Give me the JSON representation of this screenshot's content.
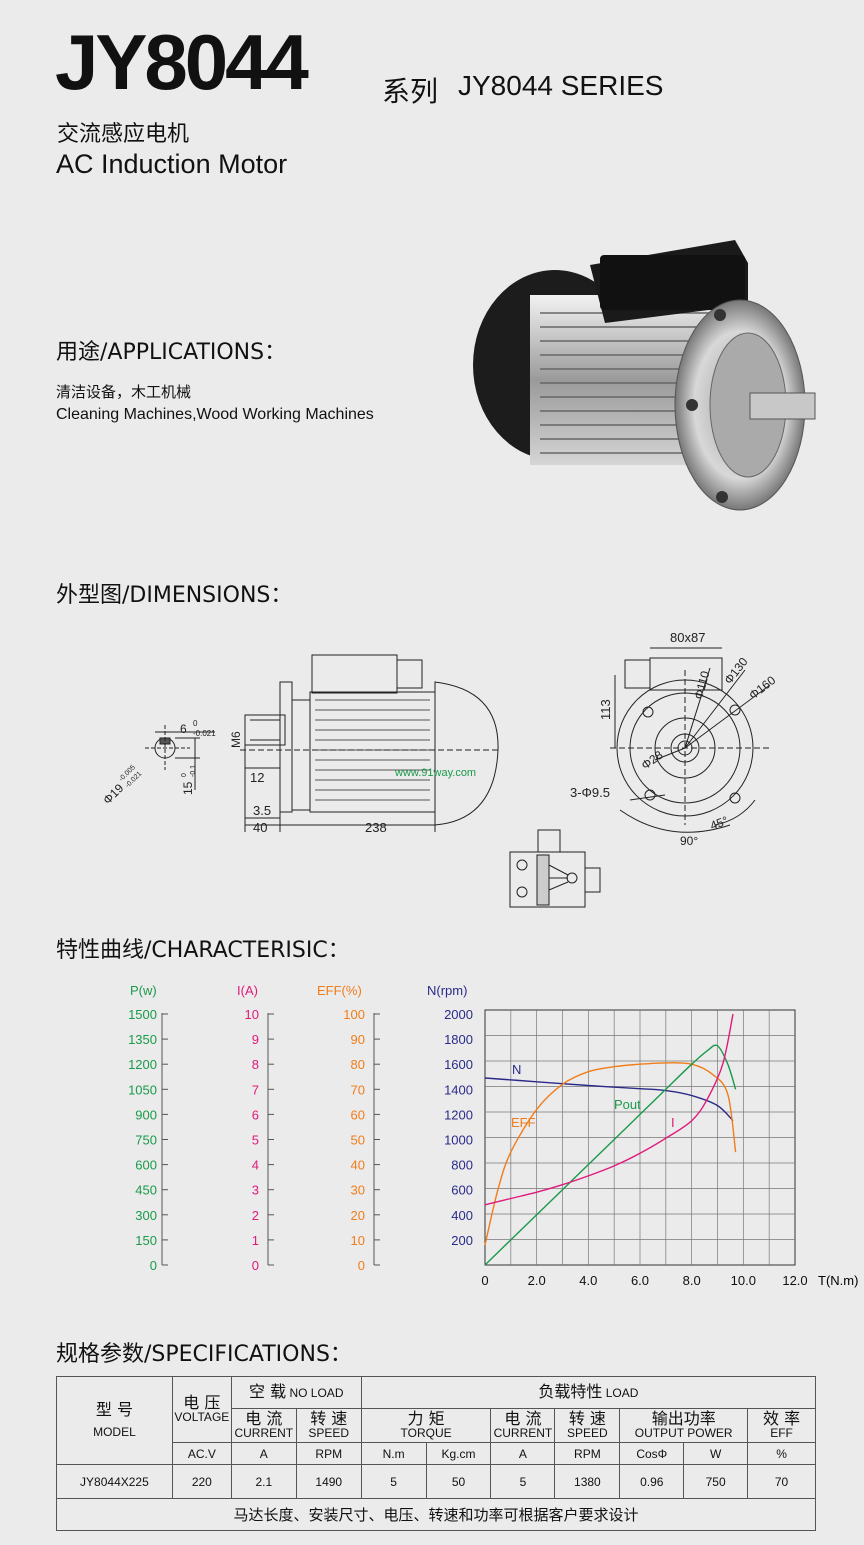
{
  "header": {
    "model": "JY8044",
    "series_cn": "系列",
    "series_en": "JY8044 SERIES",
    "subtitle_cn": "交流感应电机",
    "subtitle_en": "AC Induction Motor"
  },
  "applications": {
    "title": "用途/APPLICATIONS：",
    "text_cn": "清洁设备，木工机械",
    "text_en": "Cleaning Machines,Wood Working Machines"
  },
  "dimensions": {
    "title": "外型图/DIMENSIONS：",
    "labels": {
      "key_width": "6",
      "key_tol_upper": "0",
      "key_tol_lower": "-0.021",
      "shaft_dia": "Φ19",
      "shaft_tol_upper": "-0.005",
      "shaft_tol_lower": "-0.021",
      "key_depth": "15",
      "key_depth_tol_upper": "0",
      "key_depth_tol_lower": "-0.1",
      "thread": "M6",
      "thread_len": "12",
      "shoulder": "3.5",
      "shaft_len": "40",
      "body_len": "238",
      "box": "80x87",
      "height": "113",
      "d110": "Φ110",
      "d130": "Φ130",
      "d160": "Φ160",
      "d28": "Φ28",
      "holes": "3-Φ9.5",
      "angle45": "45°",
      "angle90": "90°",
      "watermark": "www.91way.com"
    }
  },
  "characteristic": {
    "title": "特性曲线/CHARACTERISIC：",
    "axis_titles": {
      "p": "P(w)",
      "i": "I(A)",
      "eff": "EFF(%)",
      "n": "N(rpm)",
      "t": "T(N.m)"
    },
    "colors": {
      "p": "#1a9a4a",
      "i": "#e0197a",
      "eff": "#f07d1a",
      "n": "#2a2a8a"
    },
    "curve_labels": {
      "n": "N",
      "eff": "EFF",
      "pout": "Pout",
      "i": "I"
    }
  },
  "chart_data": {
    "type": "line",
    "xlabel": "T(N.m)",
    "xlim": [
      0,
      12
    ],
    "x_ticks": [
      "0",
      "2.0",
      "4.0",
      "6.0",
      "8.0",
      "10.0",
      "12.0"
    ],
    "axes": {
      "P(w)": {
        "ticks": [
          "0",
          "150",
          "300",
          "450",
          "600",
          "750",
          "900",
          "1050",
          "1200",
          "1350",
          "1500"
        ],
        "range": [
          0,
          1500
        ]
      },
      "I(A)": {
        "ticks": [
          "0",
          "1",
          "2",
          "3",
          "4",
          "5",
          "6",
          "7",
          "8",
          "9",
          "10"
        ],
        "range": [
          0,
          10
        ]
      },
      "EFF(%)": {
        "ticks": [
          "0",
          "10",
          "20",
          "30",
          "40",
          "50",
          "60",
          "70",
          "80",
          "90",
          "100"
        ],
        "range": [
          0,
          100
        ]
      },
      "N(rpm)": {
        "ticks": [
          "200",
          "400",
          "600",
          "800",
          "1000",
          "1200",
          "1400",
          "1600",
          "1800",
          "2000"
        ],
        "range": [
          0,
          2000
        ]
      }
    },
    "series": [
      {
        "name": "N",
        "axis": "N(rpm)",
        "x": [
          0,
          2,
          4,
          6,
          7,
          8,
          9,
          9.6
        ],
        "y": [
          1490,
          1460,
          1430,
          1405,
          1390,
          1350,
          1270,
          1150
        ]
      },
      {
        "name": "EFF",
        "axis": "EFF(%)",
        "x": [
          0,
          0.5,
          1,
          2,
          3,
          4,
          5,
          6,
          7,
          8,
          8.8,
          9.4,
          9.7
        ],
        "y": [
          8,
          30,
          45,
          62,
          72,
          77,
          79,
          80,
          80.5,
          80,
          76,
          68,
          45
        ]
      },
      {
        "name": "Pout",
        "axis": "P(w)",
        "x": [
          0,
          1,
          2,
          3,
          4,
          5,
          6,
          7,
          8,
          8.6,
          9,
          9.4,
          9.7
        ],
        "y": [
          0,
          150,
          300,
          450,
          600,
          750,
          900,
          1050,
          1200,
          1280,
          1310,
          1200,
          1050
        ]
      },
      {
        "name": "I",
        "axis": "I(A)",
        "x": [
          0,
          1,
          2,
          3,
          4,
          5,
          6,
          7,
          8,
          8.6,
          9.2,
          9.6
        ],
        "y": [
          2.4,
          2.65,
          2.9,
          3.2,
          3.55,
          3.95,
          4.45,
          5.05,
          5.75,
          6.6,
          8.0,
          10.0
        ]
      }
    ]
  },
  "specifications": {
    "title": "规格参数/SPECIFICATIONS：",
    "headers": {
      "model_cn": "型 号",
      "model_en": "MODEL",
      "voltage_cn": "电 压",
      "voltage_en": "VOLTAGE",
      "no_load_cn": "空 载",
      "no_load_en": "NO LOAD",
      "load_cn": "负载特性",
      "load_en": "LOAD",
      "current_cn": "电 流",
      "current_en": "CURRENT",
      "speed_cn": "转 速",
      "speed_en": "SPEED",
      "torque_cn": "力 矩",
      "torque_en": "TORQUE",
      "output_cn": "输出功率",
      "output_en": "OUTPUT POWER",
      "eff_cn": "效 率",
      "eff_en": "EFF"
    },
    "units": [
      "AC.V",
      "A",
      "RPM",
      "N.m",
      "Kg.cm",
      "A",
      "RPM",
      "CosΦ",
      "W",
      "%"
    ],
    "row": [
      "JY8044X225",
      "220",
      "2.1",
      "1490",
      "5",
      "50",
      "5",
      "1380",
      "0.96",
      "750",
      "70"
    ],
    "footer": "马达长度、安装尺寸、电压、转速和功率可根据客户要求设计"
  }
}
